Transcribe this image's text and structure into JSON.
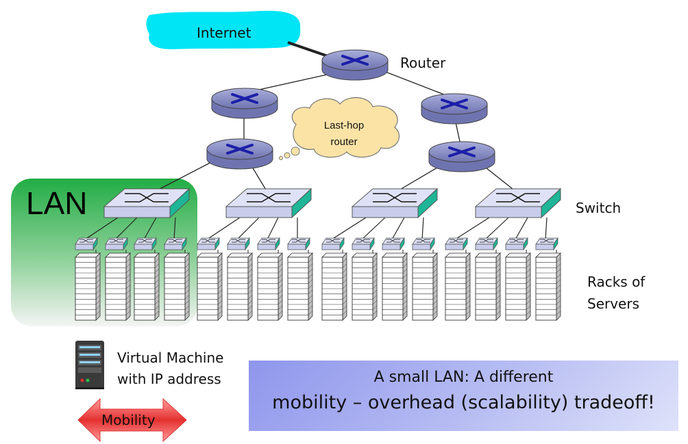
{
  "diagram": {
    "internet_label": "Internet",
    "router_label": "Router",
    "last_hop_router_label": [
      "Last-hop",
      "router"
    ],
    "switch_label": "Switch",
    "racks_label": [
      "Racks of",
      "Servers"
    ],
    "lan_label": "LAN",
    "vm_label": [
      "Virtual Machine",
      "with IP address"
    ],
    "mobility_label": "Mobility",
    "banner": {
      "line1": "A small LAN: A different",
      "line2": "mobility – overhead (scalability) tradeoff!"
    }
  },
  "colors": {
    "internet_cloud": "#00e5f5",
    "router": "#8f94c8",
    "switch_top": "#d8dcf2",
    "switch_side": "#1fb597",
    "lan_box": "#2db34a",
    "cloud_bubble": "#fbe3a6",
    "mobility_arrow": "#e03030",
    "banner": "#9aa1ee"
  },
  "icons": [
    "router-icon",
    "switch-icon",
    "server-rack-icon",
    "server-tower-icon",
    "thought-cloud-icon",
    "double-arrow-icon"
  ]
}
